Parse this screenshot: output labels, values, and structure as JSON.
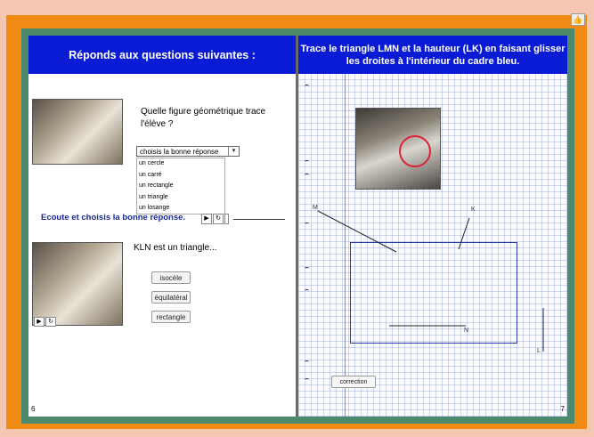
{
  "left_page": {
    "header": "Réponds aux questions suivantes :",
    "question1": "Quelle figure géométrique trace l'élève ?",
    "select_value": "choisis la bonne réponse",
    "options": [
      "un cercle",
      "un carré",
      "un rectangle",
      "un triangle",
      "un losange"
    ],
    "listen_text": "Ecoute et choisis la bonne réponse.",
    "question2": "KLN est un triangle...",
    "answers": [
      "isocèle",
      "équilatéral",
      "rectangle"
    ],
    "page_number": "6"
  },
  "right_page": {
    "header": "Trace le triangle LMN et la hauteur (LK) en faisant glisser les droites à l'intérieur du cadre bleu.",
    "correction_label": "correction",
    "page_number": "7",
    "labels": {
      "m": "M",
      "k": "K",
      "n": "N",
      "l": "L"
    }
  },
  "controls": {
    "play": "▶",
    "replay": "↻",
    "down": "▾"
  }
}
